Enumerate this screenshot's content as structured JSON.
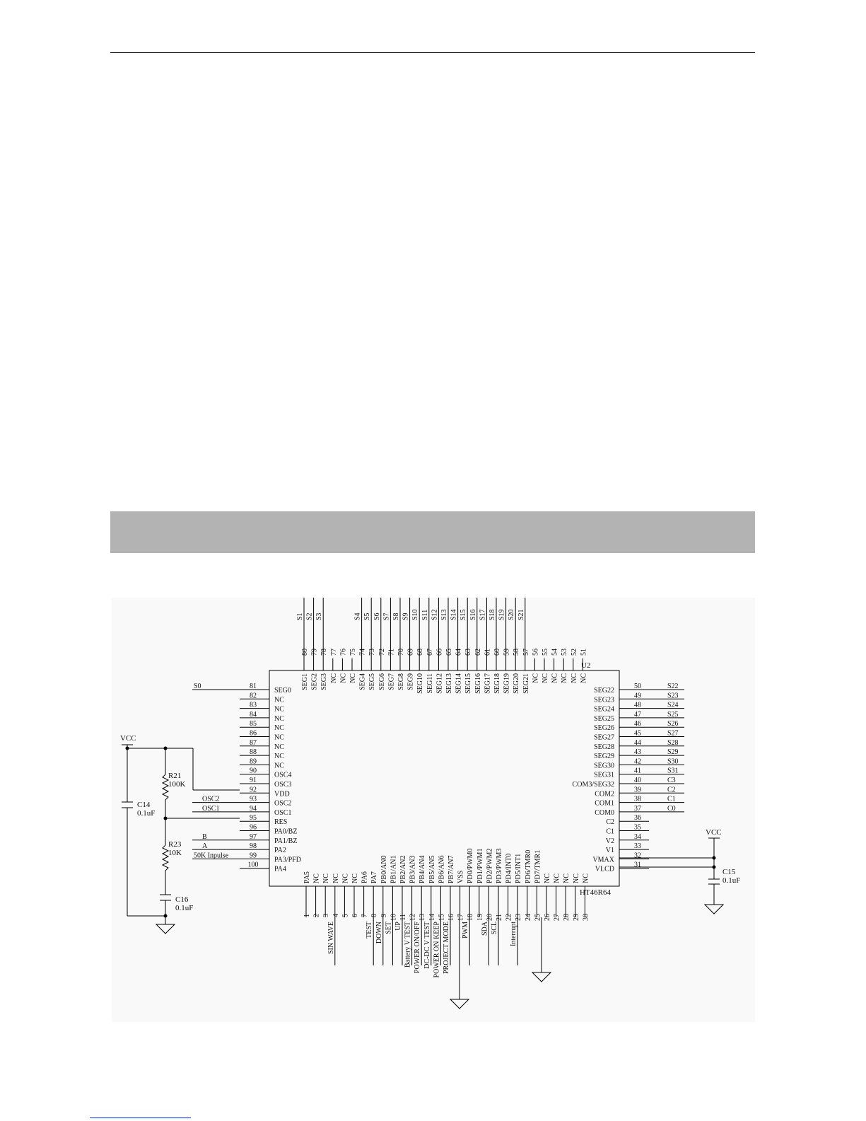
{
  "schematic": {
    "chip_ref": "U2",
    "chip_part": "HT46R64",
    "top_pins": [
      {
        "num": "80",
        "name": "SEG1",
        "net": "S1"
      },
      {
        "num": "79",
        "name": "SEG2",
        "net": "S2"
      },
      {
        "num": "78",
        "name": "SEG3",
        "net": "S3"
      },
      {
        "num": "77",
        "name": "NC",
        "net": ""
      },
      {
        "num": "76",
        "name": "NC",
        "net": ""
      },
      {
        "num": "75",
        "name": "NC",
        "net": ""
      },
      {
        "num": "74",
        "name": "SEG4",
        "net": "S4"
      },
      {
        "num": "73",
        "name": "SEG5",
        "net": "S5"
      },
      {
        "num": "72",
        "name": "SEG6",
        "net": "S6"
      },
      {
        "num": "71",
        "name": "SEG7",
        "net": "S7"
      },
      {
        "num": "70",
        "name": "SEG8",
        "net": "S8"
      },
      {
        "num": "69",
        "name": "SEG9",
        "net": "S9"
      },
      {
        "num": "68",
        "name": "SEG10",
        "net": "S10"
      },
      {
        "num": "67",
        "name": "SEG11",
        "net": "S11"
      },
      {
        "num": "66",
        "name": "SEG12",
        "net": "S12"
      },
      {
        "num": "65",
        "name": "SEG13",
        "net": "S13"
      },
      {
        "num": "64",
        "name": "SEG14",
        "net": "S14"
      },
      {
        "num": "63",
        "name": "SEG15",
        "net": "S15"
      },
      {
        "num": "62",
        "name": "SEG16",
        "net": "S16"
      },
      {
        "num": "61",
        "name": "SEG17",
        "net": "S17"
      },
      {
        "num": "60",
        "name": "SEG18",
        "net": "S18"
      },
      {
        "num": "59",
        "name": "SEG19",
        "net": "S19"
      },
      {
        "num": "58",
        "name": "SEG20",
        "net": "S20"
      },
      {
        "num": "57",
        "name": "SEG21",
        "net": "S21"
      },
      {
        "num": "56",
        "name": "NC",
        "net": ""
      },
      {
        "num": "55",
        "name": "NC",
        "net": ""
      },
      {
        "num": "54",
        "name": "NC",
        "net": ""
      },
      {
        "num": "53",
        "name": "NC",
        "net": ""
      },
      {
        "num": "52",
        "name": "NC",
        "net": ""
      },
      {
        "num": "51",
        "name": "NC",
        "net": ""
      }
    ],
    "left_pins": [
      {
        "num": "81",
        "name": "SEG0",
        "net": "S0"
      },
      {
        "num": "82",
        "name": "NC",
        "net": ""
      },
      {
        "num": "83",
        "name": "NC",
        "net": ""
      },
      {
        "num": "84",
        "name": "NC",
        "net": ""
      },
      {
        "num": "85",
        "name": "NC",
        "net": ""
      },
      {
        "num": "86",
        "name": "NC",
        "net": ""
      },
      {
        "num": "87",
        "name": "NC",
        "net": ""
      },
      {
        "num": "88",
        "name": "NC",
        "net": ""
      },
      {
        "num": "89",
        "name": "NC",
        "net": ""
      },
      {
        "num": "90",
        "name": "OSC4",
        "net": ""
      },
      {
        "num": "91",
        "name": "OSC3",
        "net": ""
      },
      {
        "num": "92",
        "name": "VDD",
        "net": ""
      },
      {
        "num": "93",
        "name": "OSC2",
        "net": "OSC2"
      },
      {
        "num": "94",
        "name": "OSC1",
        "net": "OSC1"
      },
      {
        "num": "95",
        "name": "RES",
        "net": ""
      },
      {
        "num": "96",
        "name": "PA0/BZ",
        "net": ""
      },
      {
        "num": "97",
        "name": "PA1/BZ",
        "net": "B"
      },
      {
        "num": "98",
        "name": "PA2",
        "net": "A"
      },
      {
        "num": "99",
        "name": "PA3/PFD",
        "net": "50K Inpulse"
      },
      {
        "num": "100",
        "name": "PA4",
        "net": ""
      }
    ],
    "right_pins": [
      {
        "num": "50",
        "name": "SEG22",
        "net": "S22"
      },
      {
        "num": "49",
        "name": "SEG23",
        "net": "S23"
      },
      {
        "num": "48",
        "name": "SEG24",
        "net": "S24"
      },
      {
        "num": "47",
        "name": "SEG25",
        "net": "S25"
      },
      {
        "num": "46",
        "name": "SEG26",
        "net": "S26"
      },
      {
        "num": "45",
        "name": "SEG27",
        "net": "S27"
      },
      {
        "num": "44",
        "name": "SEG28",
        "net": "S28"
      },
      {
        "num": "43",
        "name": "SEG29",
        "net": "S29"
      },
      {
        "num": "42",
        "name": "SEG30",
        "net": "S30"
      },
      {
        "num": "41",
        "name": "SEG31",
        "net": "S31"
      },
      {
        "num": "40",
        "name": "COM3/SEG32",
        "net": "C3"
      },
      {
        "num": "39",
        "name": "COM2",
        "net": "C2"
      },
      {
        "num": "38",
        "name": "COM1",
        "net": "C1"
      },
      {
        "num": "37",
        "name": "COM0",
        "net": "C0"
      },
      {
        "num": "36",
        "name": "C2",
        "net": ""
      },
      {
        "num": "35",
        "name": "C1",
        "net": ""
      },
      {
        "num": "34",
        "name": "V2",
        "net": ""
      },
      {
        "num": "33",
        "name": "V1",
        "net": ""
      },
      {
        "num": "32",
        "name": "VMAX",
        "net": ""
      },
      {
        "num": "31",
        "name": "VLCD",
        "net": ""
      }
    ],
    "bottom_pins": [
      {
        "num": "1",
        "name": "PA5",
        "net": ""
      },
      {
        "num": "2",
        "name": "NC",
        "net": ""
      },
      {
        "num": "3",
        "name": "NC",
        "net": ""
      },
      {
        "num": "4",
        "name": "NC",
        "net": "SIN WAVE"
      },
      {
        "num": "5",
        "name": "NC",
        "net": ""
      },
      {
        "num": "6",
        "name": "NC",
        "net": ""
      },
      {
        "num": "7",
        "name": "PA6",
        "net": ""
      },
      {
        "num": "8",
        "name": "PA7",
        "net": "TEST"
      },
      {
        "num": "9",
        "name": "PB0/AN0",
        "net": "DOWN"
      },
      {
        "num": "10",
        "name": "PB1/AN1",
        "net": "SET"
      },
      {
        "num": "11",
        "name": "PB2/AN2",
        "net": "UP"
      },
      {
        "num": "12",
        "name": "PB3/AN3",
        "net": "Battery V TEST"
      },
      {
        "num": "13",
        "name": "PB4/AN4",
        "net": "POWER ON/OFF"
      },
      {
        "num": "14",
        "name": "PB5/AN5",
        "net": "DC-DC V TEST"
      },
      {
        "num": "15",
        "name": "PB6/AN6",
        "net": "POWER ON KEEP"
      },
      {
        "num": "16",
        "name": "PB7/AN7",
        "net": "PROJECT MODE"
      },
      {
        "num": "17",
        "name": "VSS",
        "net": ""
      },
      {
        "num": "18",
        "name": "PD0/PWM0",
        "net": "PWM"
      },
      {
        "num": "19",
        "name": "PD1/PWM1",
        "net": ""
      },
      {
        "num": "20",
        "name": "PD2/PWM2",
        "net": "SDA"
      },
      {
        "num": "21",
        "name": "PD3/PWM3",
        "net": "SCL"
      },
      {
        "num": "22",
        "name": "PD4/INT0",
        "net": ""
      },
      {
        "num": "23",
        "name": "PD5/INT1",
        "net": "Interrupt"
      },
      {
        "num": "24",
        "name": "PD6/TMR0",
        "net": ""
      },
      {
        "num": "25",
        "name": "PD7/TMR1",
        "net": ""
      },
      {
        "num": "26",
        "name": "NC",
        "net": ""
      },
      {
        "num": "27",
        "name": "NC",
        "net": ""
      },
      {
        "num": "28",
        "name": "NC",
        "net": ""
      },
      {
        "num": "29",
        "name": "NC",
        "net": ""
      },
      {
        "num": "30",
        "name": "NC",
        "net": ""
      }
    ],
    "vcc_left": "VCC",
    "vcc_right": "VCC",
    "r21": {
      "ref": "R21",
      "value": "100K"
    },
    "r23": {
      "ref": "R23",
      "value": "10K"
    },
    "c14": {
      "ref": "C14",
      "value": "0.1uF"
    },
    "c16": {
      "ref": "C16",
      "value": "0.1uF"
    },
    "c15": {
      "ref": "C15",
      "value": "0.1uF"
    }
  }
}
